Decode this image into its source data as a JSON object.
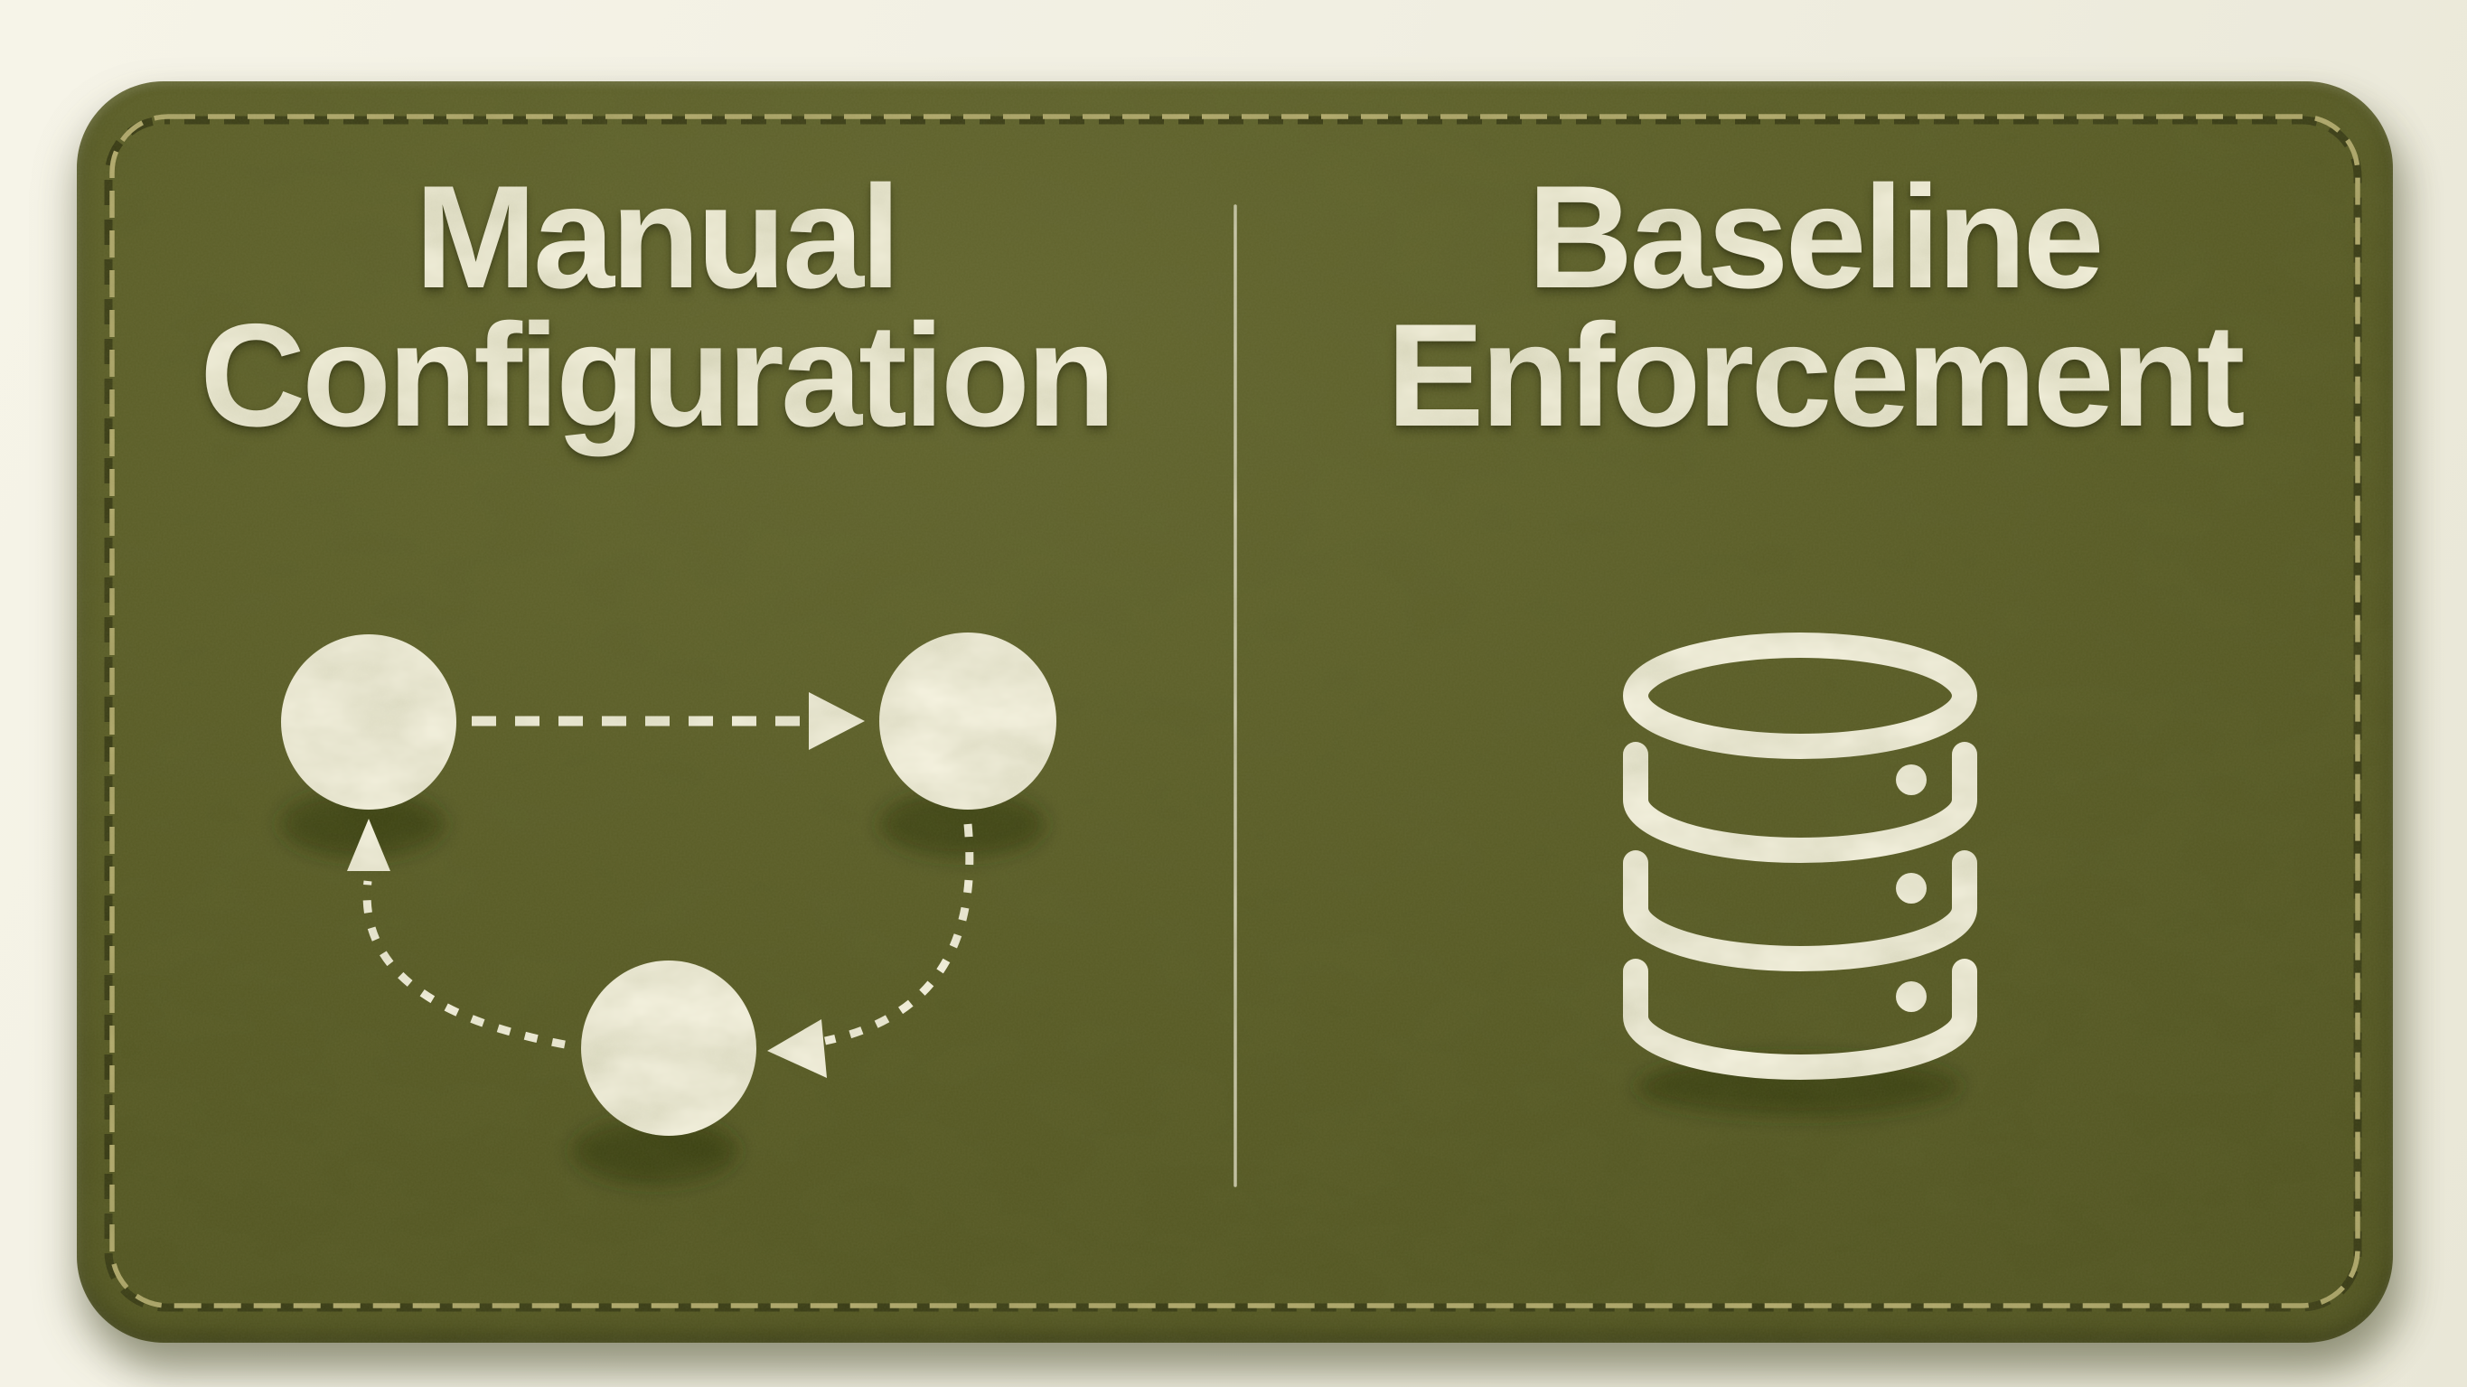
{
  "card": {
    "description": "stitched olive leather comparison card",
    "panels": [
      {
        "id": "manual-configuration",
        "title_lines": [
          "Manual",
          "Configuration"
        ],
        "icon": "three-node-cycle-icon",
        "icon_description": "three circles connected by dashed arrows forming a repeating cycle"
      },
      {
        "id": "baseline-enforcement",
        "title_lines": [
          "Baseline",
          "Enforcement"
        ],
        "icon": "database-stack-icon",
        "icon_description": "outlined database cylinder with three stacked segments, each with an indicator dot"
      }
    ]
  },
  "colors": {
    "olive": "#575a24",
    "olive_light": "#62652e",
    "olive_dark": "#4a4d1c",
    "cream": "#f8f5e3",
    "text_cream": "#f5f2de",
    "stitch_light": "#b4ac6f",
    "stitch_dark": "#2f3210",
    "divider": "#e9e6cf",
    "bg_cream": "#f1efe2"
  }
}
